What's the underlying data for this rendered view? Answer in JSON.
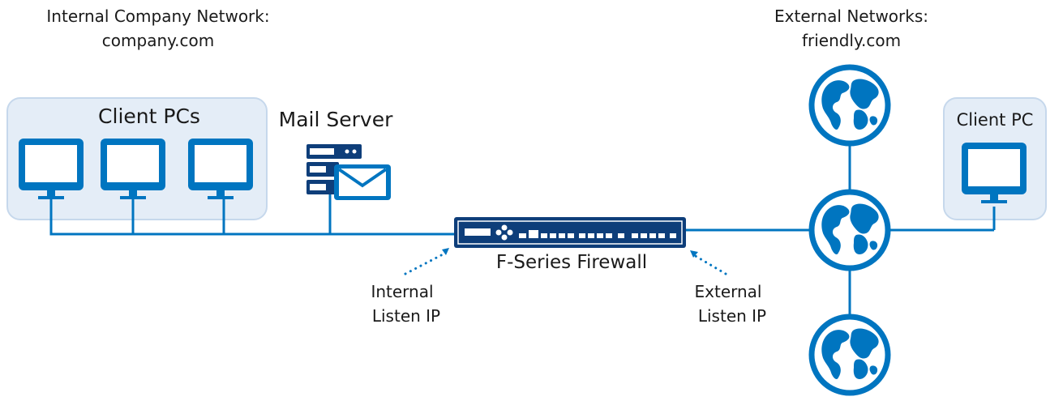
{
  "internal_network": {
    "title": "Internal Company Network:",
    "domain": "company.com"
  },
  "external_network": {
    "title": "External Networks:",
    "domain": "friendly.com"
  },
  "client_group": {
    "label": "Client PCs"
  },
  "mail_server": {
    "label": "Mail Server"
  },
  "external_client": {
    "label": "Client PC"
  },
  "firewall": {
    "label": "F-Series Firewall"
  },
  "internal_listen": {
    "line1": "Internal",
    "line2": "Listen IP"
  },
  "external_listen": {
    "line1": "External",
    "line2": "Listen IP"
  },
  "colors": {
    "primary": "#0075c0",
    "panel_fill": "#e4edf7",
    "panel_border": "#c6d8ec",
    "device_navy": "#0e3e7a"
  },
  "icons": {
    "monitor": "monitor-icon",
    "globe": "globe-icon",
    "server": "server-icon",
    "mail": "envelope-icon",
    "firewall": "firewall-appliance-icon"
  }
}
